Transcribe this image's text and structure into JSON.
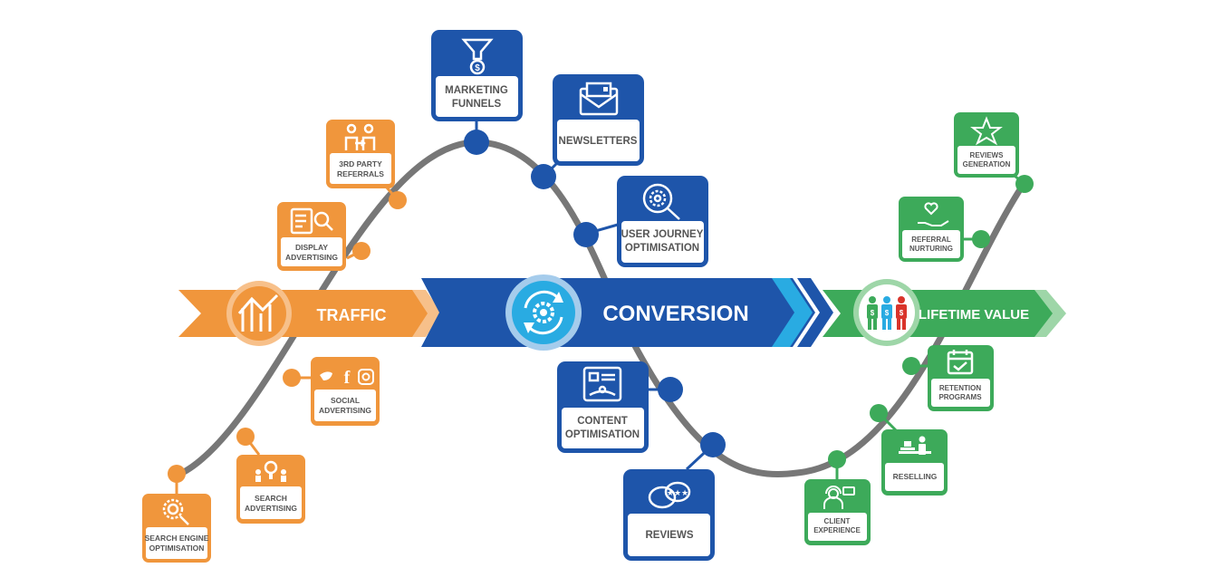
{
  "phases": {
    "traffic": "TRAFFIC",
    "conversion": "CONVERSION",
    "lifetime": "LIFETIME VALUE"
  },
  "traffic_items": {
    "seo": [
      "SEARCH ENGINE",
      "OPTIMISATION"
    ],
    "search_ads": [
      "SEARCH",
      "ADVERTISING"
    ],
    "social_ads": [
      "SOCIAL",
      "ADVERTISING"
    ],
    "display_ads": [
      "DISPLAY",
      "ADVERTISING"
    ],
    "referrals": [
      "3RD PARTY",
      "REFERRALS"
    ]
  },
  "conversion_items": {
    "funnels": [
      "MARKETING",
      "FUNNELS"
    ],
    "newsletters": [
      "NEWSLETTERS"
    ],
    "user_journey": [
      "USER JOURNEY",
      "OPTIMISATION"
    ],
    "content": [
      "CONTENT",
      "OPTIMISATION"
    ],
    "reviews": [
      "REVIEWS"
    ]
  },
  "lifetime_items": {
    "reviews_generation": [
      "REVIEWS",
      "GENERATION"
    ],
    "referral_nurturing": [
      "REFERRAL",
      "NURTURING"
    ],
    "retention": [
      "RETENTION",
      "PROGRAMS"
    ],
    "reselling": [
      "RESELLING"
    ],
    "client_experience": [
      "CLIENT",
      "EXPERIENCE"
    ]
  },
  "colors": {
    "orange": "#F0963C",
    "orange_light": "#F7C08A",
    "blue": "#1E55AA",
    "blue_light": "#29ABE2",
    "green": "#3DAA5A",
    "green_light": "#9ED6A8",
    "curve": "#777777"
  },
  "icons": {
    "traffic_phase": "chart-icon",
    "conversion_phase": "gear-cycle-icon",
    "lifetime_phase": "people-dollar-icon",
    "seo": "gear-magnifier-icon",
    "search_ads": "users-search-icon",
    "social_ads": "social-media-icon",
    "display_ads": "newspaper-magnifier-icon",
    "referrals": "people-referral-icon",
    "funnels": "funnel-dollar-icon",
    "newsletters": "envelope-icon",
    "user_journey": "gear-magnifier-icon",
    "content": "document-icon",
    "reviews": "chat-stars-icon",
    "reviews_generation": "star-icon",
    "referral_nurturing": "hand-heart-icon",
    "retention": "calendar-check-icon",
    "reselling": "cashier-icon",
    "client_experience": "support-agent-icon"
  }
}
